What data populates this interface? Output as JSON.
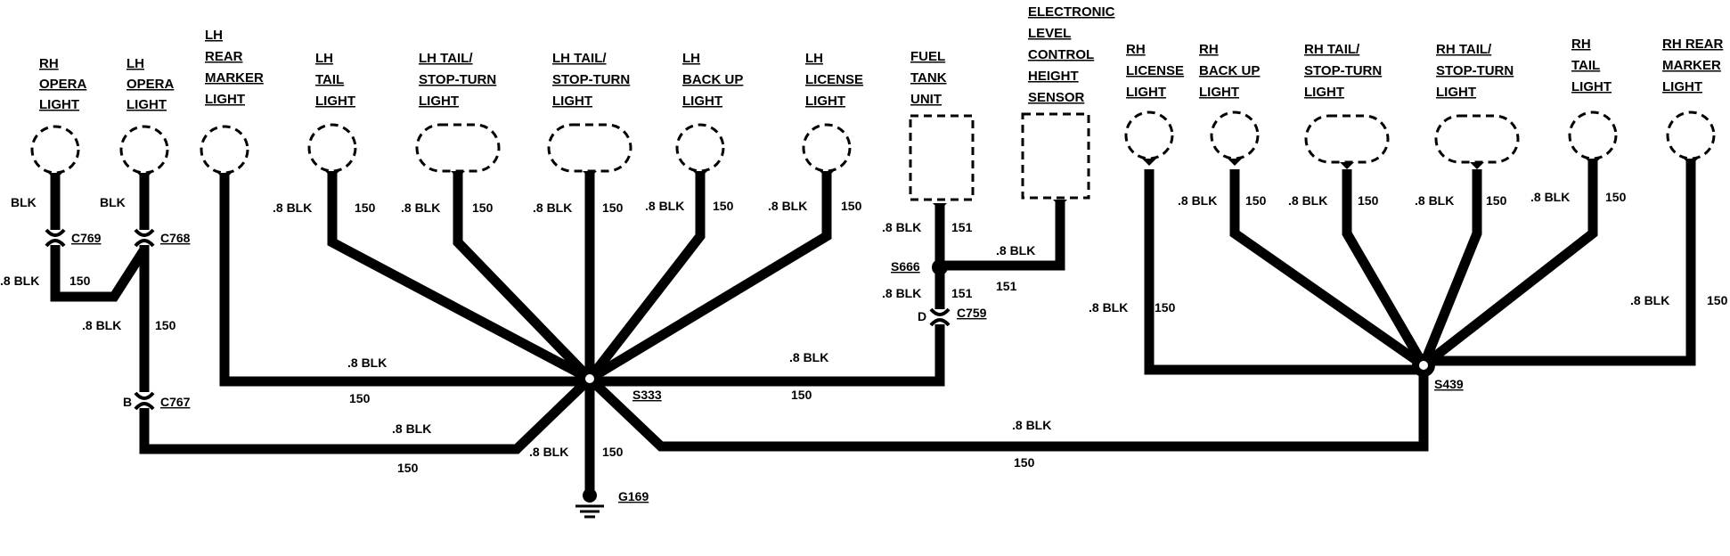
{
  "components": {
    "rh_opera_light": [
      "RH",
      "OPERA",
      "LIGHT"
    ],
    "lh_opera_light": [
      "LH",
      "OPERA",
      "LIGHT"
    ],
    "lh_rear_marker_light": [
      "LH",
      "REAR",
      "MARKER",
      "LIGHT"
    ],
    "lh_tail_light": [
      "LH",
      "TAIL",
      "LIGHT"
    ],
    "lh_tail_stop_turn_light_1": [
      "LH TAIL/",
      "STOP-TURN",
      "LIGHT"
    ],
    "lh_tail_stop_turn_light_2": [
      "LH TAIL/",
      "STOP-TURN",
      "LIGHT"
    ],
    "lh_back_up_light": [
      "LH",
      "BACK UP",
      "LIGHT"
    ],
    "lh_license_light": [
      "LH",
      "LICENSE",
      "LIGHT"
    ],
    "fuel_tank_unit": [
      "FUEL",
      "TANK",
      "UNIT"
    ],
    "electronic_level_control_height_sensor": [
      "ELECTRONIC",
      "LEVEL",
      "CONTROL",
      "HEIGHT",
      "SENSOR"
    ],
    "rh_license_light": [
      "RH",
      "LICENSE",
      "LIGHT"
    ],
    "rh_back_up_light": [
      "RH",
      "BACK UP",
      "LIGHT"
    ],
    "rh_tail_stop_turn_light_1": [
      "RH TAIL/",
      "STOP-TURN",
      "LIGHT"
    ],
    "rh_tail_stop_turn_light_2": [
      "RH TAIL/",
      "STOP-TURN",
      "LIGHT"
    ],
    "rh_tail_light": [
      "RH",
      "TAIL",
      "LIGHT"
    ],
    "rh_rear_marker_light": [
      "RH REAR",
      "MARKER",
      "LIGHT"
    ]
  },
  "wire": {
    "color": ".8 BLK",
    "color_short": "BLK",
    "circuit_150": "150",
    "circuit_151": "151"
  },
  "connectors": {
    "c769": "C769",
    "c768": "C768",
    "c767": "C767",
    "c759": "C759",
    "c767_pin": "B",
    "c759_pin": "D"
  },
  "splices": {
    "s333": "S333",
    "s666": "S666",
    "s439": "S439"
  },
  "ground": {
    "g169": "G169"
  }
}
